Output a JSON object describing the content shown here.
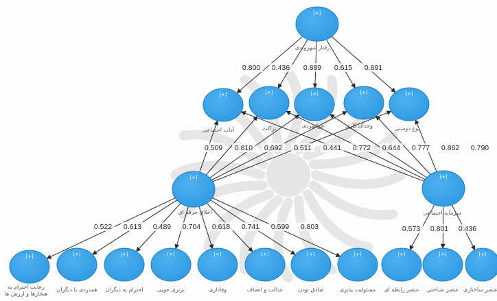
{
  "diagram": {
    "node_tag": "[+]",
    "colors": {
      "node": "#2f9be3",
      "node_edge": "#1e7fc4",
      "arrow": "#2b2b2b",
      "watermark": "#bdbdbd"
    },
    "nodes": [
      {
        "id": "top",
        "label": "رفتار شهروندی"
      },
      {
        "id": "m1",
        "label": "آداب اجتماعی"
      },
      {
        "id": "m2",
        "label": "نزاکت"
      },
      {
        "id": "m3",
        "label": "جوانمردی"
      },
      {
        "id": "m4",
        "label": "وجدان کاری"
      },
      {
        "id": "m5",
        "label": "نوع دوستی"
      },
      {
        "id": "ethics",
        "label": "اخلاق حرفه ای"
      },
      {
        "id": "social",
        "label": "سرمایه اجتماعی"
      },
      {
        "id": "b1",
        "label": "رعایت احترام به هنجارها و ارزش ها"
      },
      {
        "id": "b2",
        "label": "همدردی با دیگران"
      },
      {
        "id": "b3",
        "label": "احترام به دیگران"
      },
      {
        "id": "b4",
        "label": "برتری جویی"
      },
      {
        "id": "b5",
        "label": "وفاداری"
      },
      {
        "id": "b6",
        "label": "عدالت و انصاف"
      },
      {
        "id": "b7",
        "label": "صادق بودن"
      },
      {
        "id": "b8",
        "label": "مسئولیت پذیری"
      },
      {
        "id": "b9",
        "label": "عنصر رابطه ای"
      },
      {
        "id": "b10",
        "label": "عنصر شناختی"
      },
      {
        "id": "b11",
        "label": "عنصر ساختاری"
      }
    ],
    "edges": [
      {
        "from": "top",
        "to": "m1",
        "coef": "0.800"
      },
      {
        "from": "top",
        "to": "m2",
        "coef": "0.436"
      },
      {
        "from": "top",
        "to": "m3",
        "coef": "0.889"
      },
      {
        "from": "top",
        "to": "m4",
        "coef": "0.615"
      },
      {
        "from": "top",
        "to": "m5",
        "coef": "0.691"
      },
      {
        "from": "ethics",
        "to": "m1",
        "coef": "0.509"
      },
      {
        "from": "ethics",
        "to": "m2",
        "coef": "0.810"
      },
      {
        "from": "ethics",
        "to": "m3",
        "coef": "0.692"
      },
      {
        "from": "ethics",
        "to": "m4",
        "coef": "0.511"
      },
      {
        "from": "ethics",
        "to": "m5",
        "coef": "0.441"
      },
      {
        "from": "social",
        "to": "m1",
        "coef": "0.772"
      },
      {
        "from": "social",
        "to": "m2",
        "coef": "0.644"
      },
      {
        "from": "social",
        "to": "m3",
        "coef": "0.777"
      },
      {
        "from": "social",
        "to": "m4",
        "coef": "0.862"
      },
      {
        "from": "social",
        "to": "m5",
        "coef": "0.790"
      },
      {
        "from": "ethics",
        "to": "b1",
        "coef": "0.522"
      },
      {
        "from": "ethics",
        "to": "b2",
        "coef": "0.613"
      },
      {
        "from": "ethics",
        "to": "b3",
        "coef": "0.489"
      },
      {
        "from": "ethics",
        "to": "b4",
        "coef": "0.704"
      },
      {
        "from": "ethics",
        "to": "b5",
        "coef": "0.618"
      },
      {
        "from": "ethics",
        "to": "b6",
        "coef": "0.741"
      },
      {
        "from": "ethics",
        "to": "b7",
        "coef": "0.599"
      },
      {
        "from": "ethics",
        "to": "b8",
        "coef": "0.803"
      },
      {
        "from": "social",
        "to": "b9",
        "coef": "0.573"
      },
      {
        "from": "social",
        "to": "b10",
        "coef": "0.801"
      },
      {
        "from": "social",
        "to": "b11",
        "coef": "0.436"
      }
    ]
  }
}
